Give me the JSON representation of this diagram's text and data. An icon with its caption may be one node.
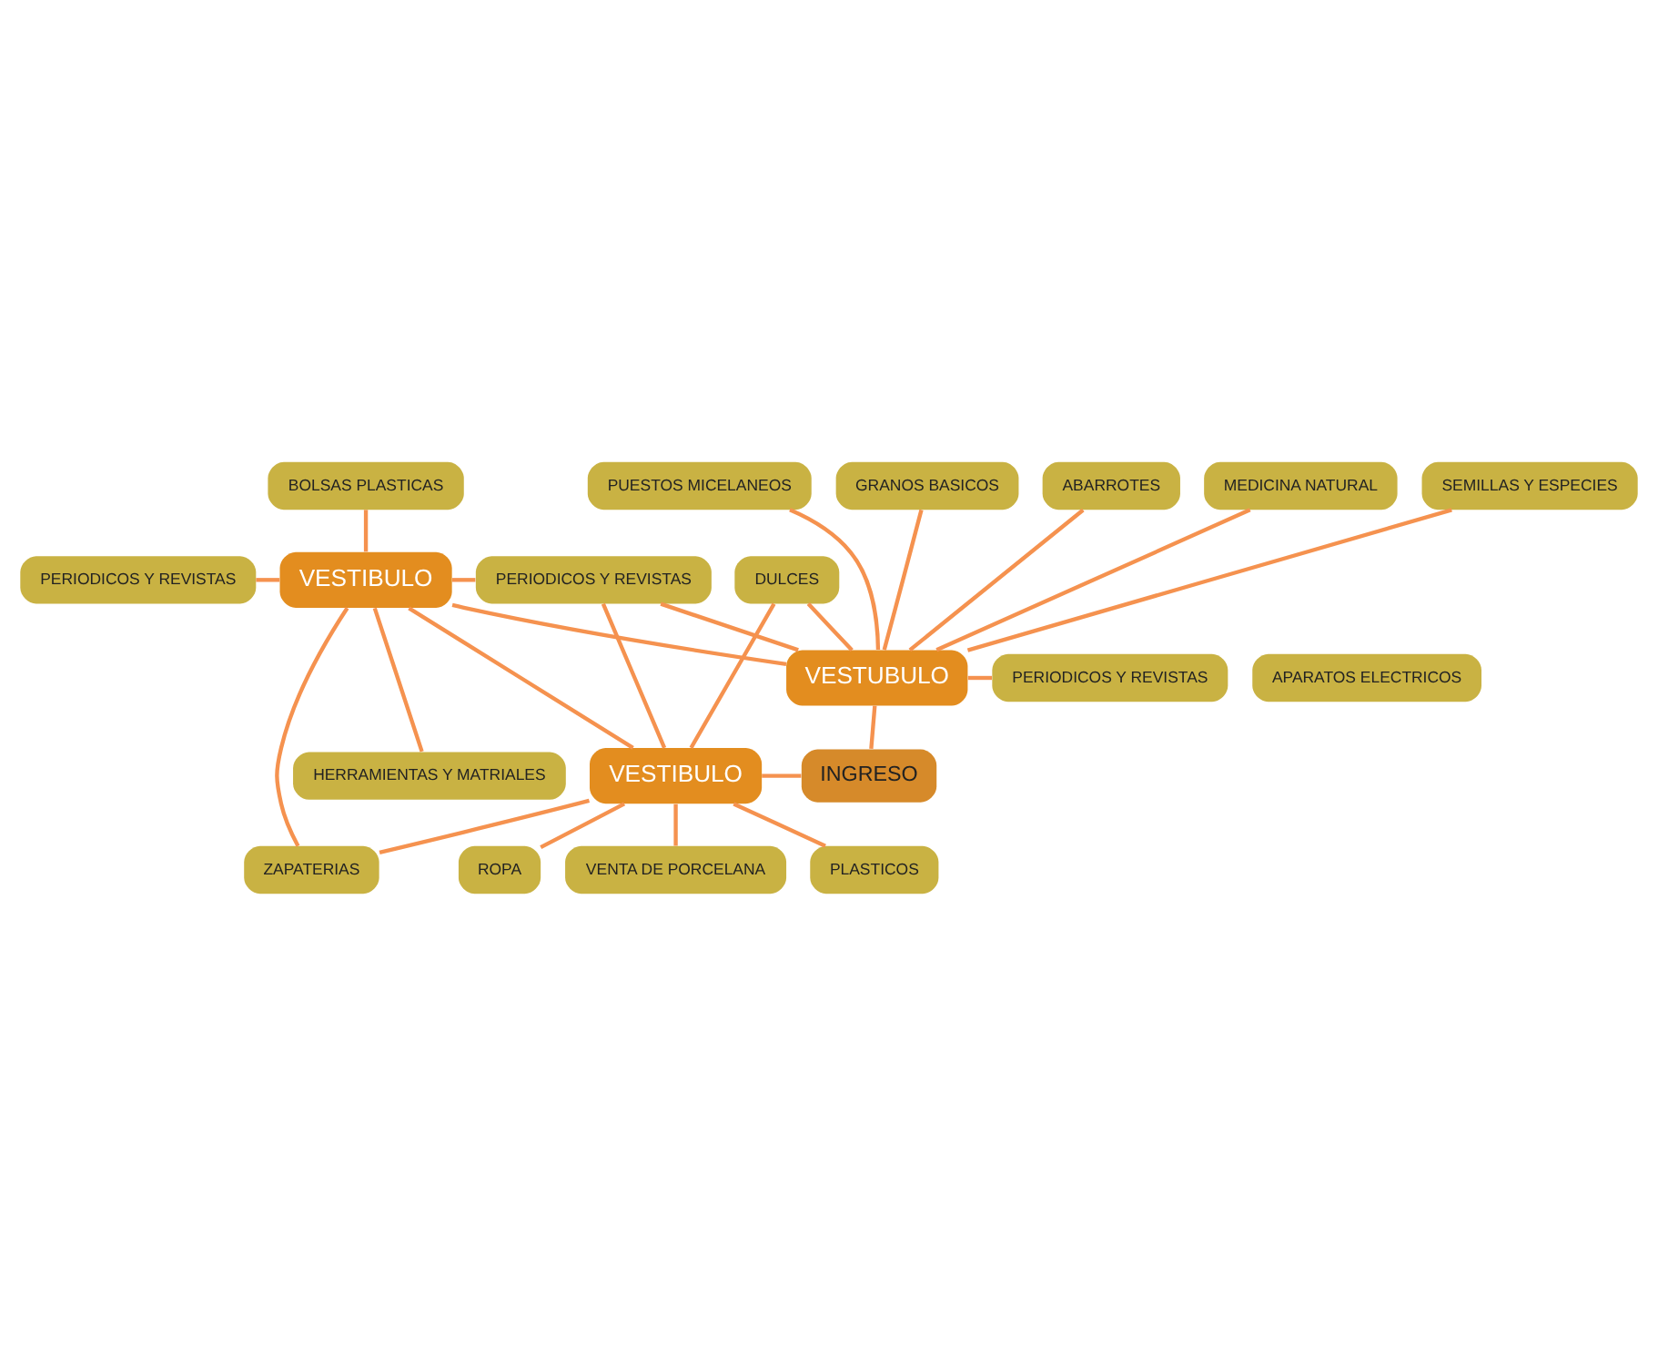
{
  "diagram": {
    "nodes": [
      {
        "text": [
          "BOLSAS PLASTICAS"
        ]
      },
      {
        "text": [
          "MEDICINA NATURAL"
        ]
      },
      {
        "text": [
          "SEMILLAS Y ESPECIES"
        ]
      },
      {
        "text": [
          "PUESTOS MICELANEOS"
        ]
      },
      {
        "text": [
          "GRANOS BASICOS"
        ]
      },
      {
        "text": [
          "ABARROTES"
        ]
      },
      {
        "text": [
          "APARATOS ELECTRICOS"
        ]
      },
      {
        "text": [
          "VESTUBULO"
        ]
      },
      {
        "text": [
          "PERIODICOS Y REVISTAS"
        ]
      },
      {
        "text": [
          "VESTIBULO"
        ]
      },
      {
        "text": [
          "PERIODICOS Y REVISTAS"
        ]
      },
      {
        "text": [
          "PERIODICOS Y REVISTAS"
        ]
      },
      {
        "text": [
          "DULCES"
        ]
      },
      {
        "text": [
          "INGRESO"
        ]
      },
      {
        "text": [
          "HERRAMIENTAS Y MATRIALES"
        ]
      },
      {
        "text": [
          "VESTIBULO"
        ]
      },
      {
        "text": [
          "ZAPATERIAS"
        ]
      },
      {
        "text": [
          "ROPA"
        ]
      },
      {
        "text": [
          "VENTA DE PORCELANA"
        ]
      },
      {
        "text": [
          "PLASTICOS"
        ]
      }
    ],
    "edges": [
      {
        "from": 0,
        "to": 9,
        "arrow": "none"
      },
      {
        "from": 1,
        "to": 7,
        "arrow": "none"
      },
      {
        "from": 2,
        "to": 7,
        "arrow": "none"
      },
      {
        "from": 3,
        "to": 7,
        "arrow": "none"
      },
      {
        "from": 4,
        "to": 7,
        "arrow": "none"
      },
      {
        "from": 5,
        "to": 7,
        "arrow": "none"
      },
      {
        "from": 7,
        "to": 8,
        "arrow": "none"
      },
      {
        "from": 9,
        "to": 7,
        "arrow": "none"
      },
      {
        "from": 7,
        "to": 11,
        "arrow": "none"
      },
      {
        "from": 7,
        "to": 12,
        "arrow": "none"
      },
      {
        "from": 7,
        "to": 13,
        "arrow": "none"
      },
      {
        "from": 10,
        "to": 9,
        "arrow": "none"
      },
      {
        "from": 9,
        "to": 11,
        "arrow": "none"
      },
      {
        "from": 11,
        "to": 15,
        "arrow": "none"
      },
      {
        "from": 12,
        "to": 15,
        "arrow": "none"
      },
      {
        "from": 15,
        "to": 13,
        "arrow": "none"
      },
      {
        "from": 14,
        "to": 9,
        "arrow": "none"
      },
      {
        "from": 9,
        "to": 15,
        "arrow": "none"
      },
      {
        "from": 9,
        "to": 16,
        "arrow": "none"
      },
      {
        "from": 15,
        "to": 16,
        "arrow": "none"
      },
      {
        "from": 15,
        "to": 17,
        "arrow": "none"
      },
      {
        "from": 15,
        "to": 18,
        "arrow": "none"
      },
      {
        "from": 15,
        "to": 19,
        "arrow": "none"
      }
    ]
  }
}
